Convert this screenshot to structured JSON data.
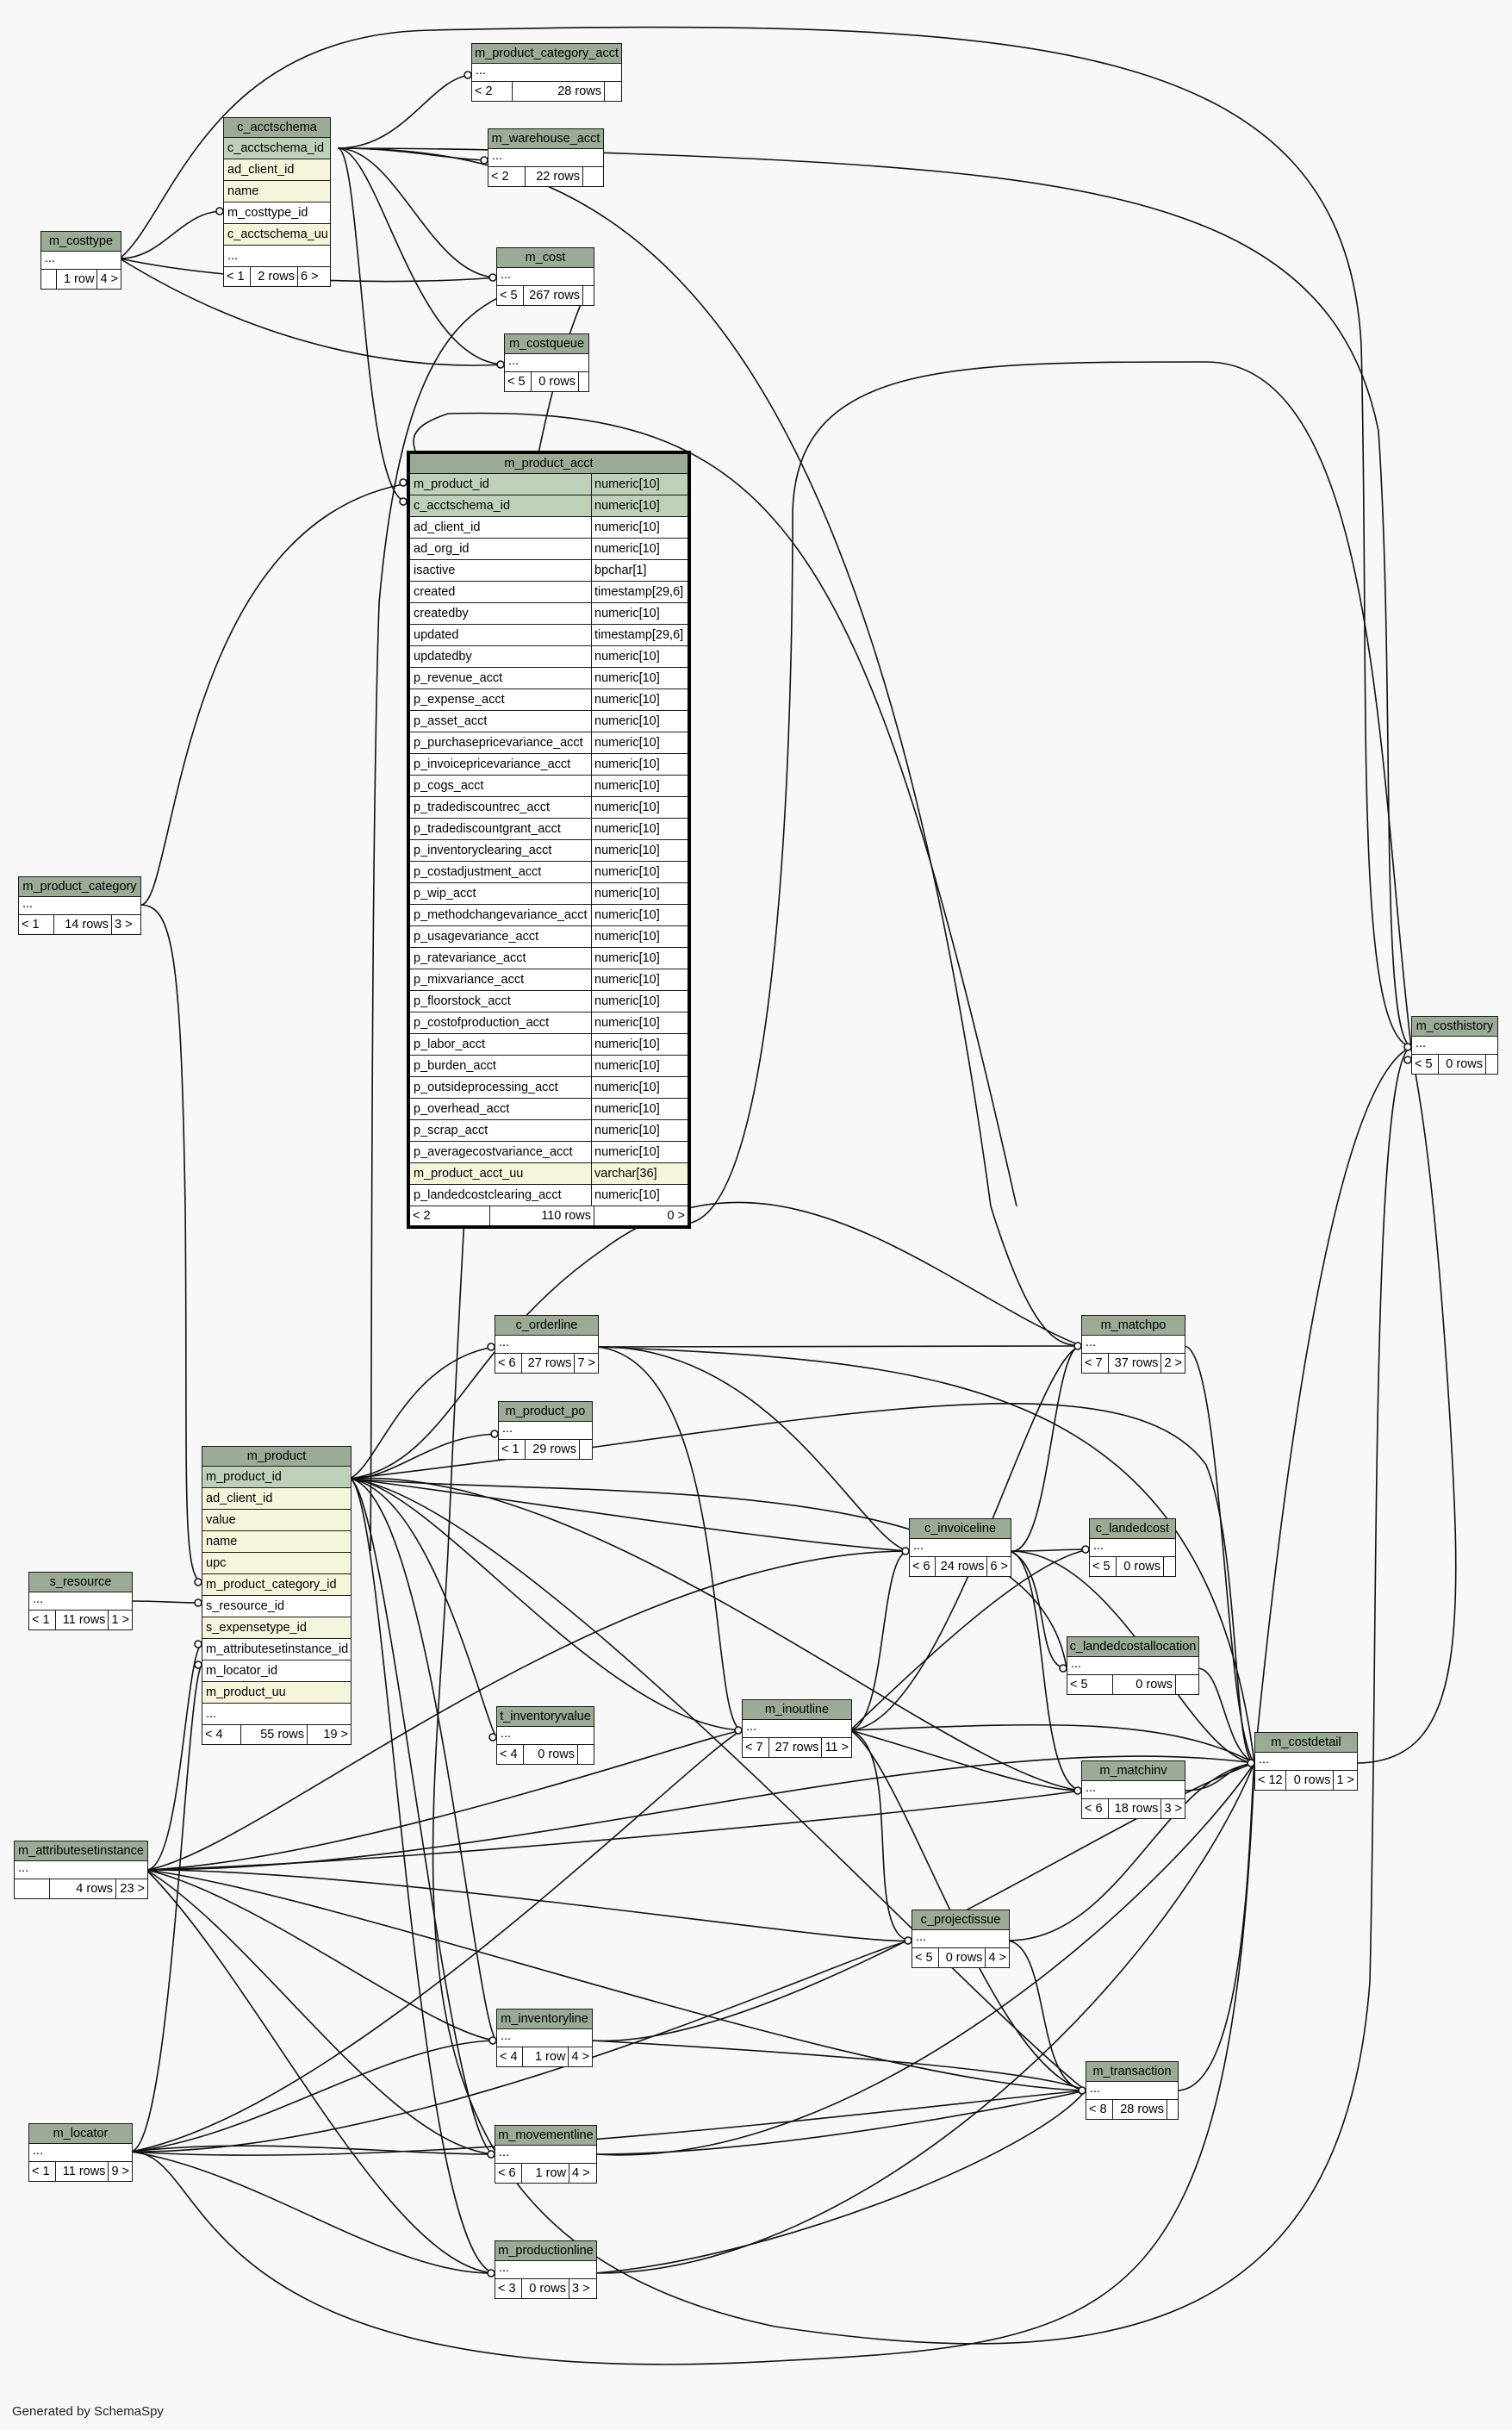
{
  "credit": "Generated by SchemaSpy",
  "tables": {
    "m_product_category_acct": {
      "name": "m_product_category_acct",
      "foot": [
        "< 2",
        "28 rows",
        ""
      ]
    },
    "m_warehouse_acct": {
      "name": "m_warehouse_acct",
      "foot": [
        "< 2",
        "22 rows",
        ""
      ]
    },
    "c_acctschema": {
      "name": "c_acctschema",
      "columns": [
        "c_acctschema_id",
        "ad_client_id",
        "name",
        "m_costtype_id",
        "c_acctschema_uu",
        "..."
      ],
      "foot": [
        "< 1",
        "2 rows",
        "6 >"
      ]
    },
    "m_costtype": {
      "name": "m_costtype",
      "foot": [
        "",
        "1 row",
        "4 >"
      ]
    },
    "m_cost": {
      "name": "m_cost",
      "foot": [
        "< 5",
        "267 rows",
        ""
      ]
    },
    "m_costqueue": {
      "name": "m_costqueue",
      "foot": [
        "< 5",
        "0 rows",
        ""
      ]
    },
    "m_product_acct": {
      "name": "m_product_acct",
      "columns": [
        [
          "m_product_id",
          "numeric[10]"
        ],
        [
          "c_acctschema_id",
          "numeric[10]"
        ],
        [
          "ad_client_id",
          "numeric[10]"
        ],
        [
          "ad_org_id",
          "numeric[10]"
        ],
        [
          "isactive",
          "bpchar[1]"
        ],
        [
          "created",
          "timestamp[29,6]"
        ],
        [
          "createdby",
          "numeric[10]"
        ],
        [
          "updated",
          "timestamp[29,6]"
        ],
        [
          "updatedby",
          "numeric[10]"
        ],
        [
          "p_revenue_acct",
          "numeric[10]"
        ],
        [
          "p_expense_acct",
          "numeric[10]"
        ],
        [
          "p_asset_acct",
          "numeric[10]"
        ],
        [
          "p_purchasepricevariance_acct",
          "numeric[10]"
        ],
        [
          "p_invoicepricevariance_acct",
          "numeric[10]"
        ],
        [
          "p_cogs_acct",
          "numeric[10]"
        ],
        [
          "p_tradediscountrec_acct",
          "numeric[10]"
        ],
        [
          "p_tradediscountgrant_acct",
          "numeric[10]"
        ],
        [
          "p_inventoryclearing_acct",
          "numeric[10]"
        ],
        [
          "p_costadjustment_acct",
          "numeric[10]"
        ],
        [
          "p_wip_acct",
          "numeric[10]"
        ],
        [
          "p_methodchangevariance_acct",
          "numeric[10]"
        ],
        [
          "p_usagevariance_acct",
          "numeric[10]"
        ],
        [
          "p_ratevariance_acct",
          "numeric[10]"
        ],
        [
          "p_mixvariance_acct",
          "numeric[10]"
        ],
        [
          "p_floorstock_acct",
          "numeric[10]"
        ],
        [
          "p_costofproduction_acct",
          "numeric[10]"
        ],
        [
          "p_labor_acct",
          "numeric[10]"
        ],
        [
          "p_burden_acct",
          "numeric[10]"
        ],
        [
          "p_outsideprocessing_acct",
          "numeric[10]"
        ],
        [
          "p_overhead_acct",
          "numeric[10]"
        ],
        [
          "p_scrap_acct",
          "numeric[10]"
        ],
        [
          "p_averagecostvariance_acct",
          "numeric[10]"
        ],
        [
          "m_product_acct_uu",
          "varchar[36]"
        ],
        [
          "p_landedcostclearing_acct",
          "numeric[10]"
        ]
      ],
      "foot": [
        "< 2",
        "110 rows",
        "0 >"
      ]
    },
    "m_product_category": {
      "name": "m_product_category",
      "foot": [
        "< 1",
        "14 rows",
        "3 >"
      ]
    },
    "m_costhistory": {
      "name": "m_costhistory",
      "foot": [
        "< 5",
        "0 rows",
        ""
      ]
    },
    "c_orderline": {
      "name": "c_orderline",
      "foot": [
        "< 6",
        "27 rows",
        "7 >"
      ]
    },
    "m_matchpo": {
      "name": "m_matchpo",
      "foot": [
        "< 7",
        "37 rows",
        "2 >"
      ]
    },
    "m_product_po": {
      "name": "m_product_po",
      "foot": [
        "< 1",
        "29 rows",
        ""
      ]
    },
    "m_product": {
      "name": "m_product",
      "columns": [
        "m_product_id",
        "ad_client_id",
        "value",
        "name",
        "upc",
        "m_product_category_id",
        "s_resource_id",
        "s_expensetype_id",
        "m_attributesetinstance_id",
        "m_locator_id",
        "m_product_uu",
        "..."
      ],
      "foot": [
        "< 4",
        "55 rows",
        "19 >"
      ]
    },
    "c_invoiceline": {
      "name": "c_invoiceline",
      "foot": [
        "< 6",
        "24 rows",
        "6 >"
      ]
    },
    "c_landedcost": {
      "name": "c_landedcost",
      "foot": [
        "< 5",
        "0 rows",
        ""
      ]
    },
    "s_resource": {
      "name": "s_resource",
      "foot": [
        "< 1",
        "11 rows",
        "1 >"
      ]
    },
    "c_landedcostallocation": {
      "name": "c_landedcostallocation",
      "foot": [
        "< 5",
        "0 rows",
        ""
      ]
    },
    "m_inoutline": {
      "name": "m_inoutline",
      "foot": [
        "< 7",
        "27 rows",
        "11 >"
      ]
    },
    "t_inventoryvalue": {
      "name": "t_inventoryvalue",
      "foot": [
        "< 4",
        "0 rows",
        ""
      ]
    },
    "m_costdetail": {
      "name": "m_costdetail",
      "foot": [
        "< 12",
        "0 rows",
        "1 >"
      ]
    },
    "m_matchinv": {
      "name": "m_matchinv",
      "foot": [
        "< 6",
        "18 rows",
        "3 >"
      ]
    },
    "m_attributesetinstance": {
      "name": "m_attributesetinstance",
      "foot": [
        "",
        "4 rows",
        "23 >"
      ]
    },
    "c_projectissue": {
      "name": "c_projectissue",
      "foot": [
        "< 5",
        "0 rows",
        "4 >"
      ]
    },
    "m_inventoryline": {
      "name": "m_inventoryline",
      "foot": [
        "< 4",
        "1 row",
        "4 >"
      ]
    },
    "m_transaction": {
      "name": "m_transaction",
      "foot": [
        "< 8",
        "28 rows",
        ""
      ]
    },
    "m_locator": {
      "name": "m_locator",
      "foot": [
        "< 1",
        "11 rows",
        "9 >"
      ]
    },
    "m_movementline": {
      "name": "m_movementline",
      "foot": [
        "< 6",
        "1 row",
        "4 >"
      ]
    },
    "m_productionline": {
      "name": "m_productionline",
      "foot": [
        "< 3",
        "0 rows",
        "3 >"
      ]
    }
  },
  "colors": {
    "header": "#9bab96",
    "primary_key": "#bed1b8",
    "indexed": "#f5f5dc",
    "background": "#f8f8f8"
  }
}
